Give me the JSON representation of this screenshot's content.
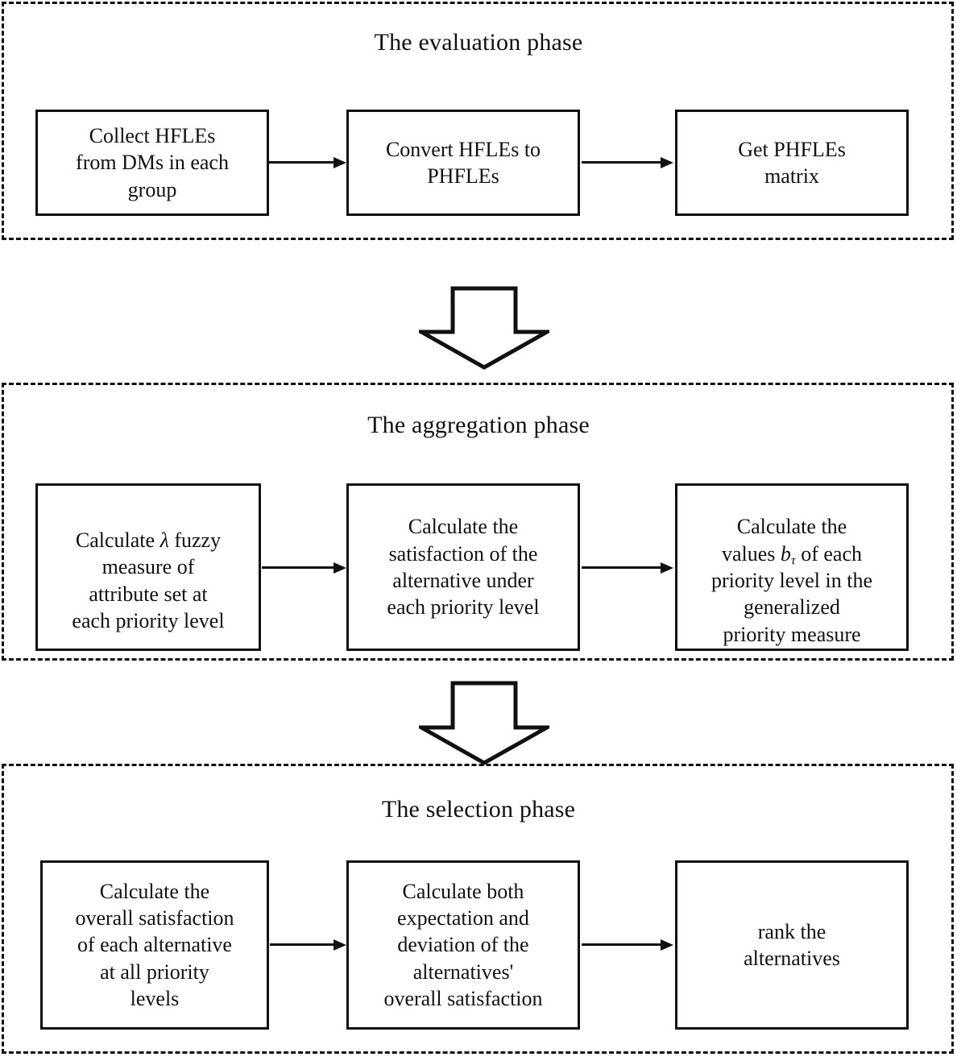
{
  "diagram": {
    "title": "Three-phase decision making flowchart",
    "accent_color": "#111111",
    "background_color": "#ffffff"
  },
  "phases": [
    {
      "id": "evaluation",
      "title": "The evaluation phase",
      "boxes": [
        {
          "id": "collect-hfles",
          "label": "Collect HFLEs\nfrom DMs in each\ngroup"
        },
        {
          "id": "convert-hfles",
          "label": "Convert HFLEs to\nPHFLEs"
        },
        {
          "id": "get-phfles-matrix",
          "label": "Get  PHFLEs\nmatrix"
        }
      ]
    },
    {
      "id": "aggregation",
      "title": "The aggregation phase",
      "boxes": [
        {
          "id": "lambda-fuzzy-measure",
          "label_pre": "Calculate ",
          "symbol": "λ",
          "label_post": " fuzzy\nmeasure of\nattribute set at\neach priority level"
        },
        {
          "id": "satisfaction-alternative",
          "label": "Calculate the\nsatisfaction of the\nalternative under\neach priority level"
        },
        {
          "id": "b-tau-values",
          "label_pre": "Calculate the\nvalues  ",
          "symbol": "b",
          "symbol_sub": "τ",
          "label_post": " of each\npriority level in the\ngeneralized\npriority measure"
        }
      ]
    },
    {
      "id": "selection",
      "title": "The selection phase",
      "boxes": [
        {
          "id": "overall-satisfaction",
          "label": "Calculate the\noverall satisfaction\nof each alternative\nat all priority\nlevels"
        },
        {
          "id": "expectation-deviation",
          "label": "Calculate both\nexpectation and\ndeviation of the\nalternatives'\noverall satisfaction"
        },
        {
          "id": "rank-alternatives",
          "label": "rank the\nalternatives"
        }
      ]
    }
  ],
  "connectors": {
    "horizontal_arrow_icon": "arrow-right-icon",
    "phase_transition_icon": "block-arrow-down-icon",
    "count_horizontal": 6,
    "count_block": 2
  }
}
